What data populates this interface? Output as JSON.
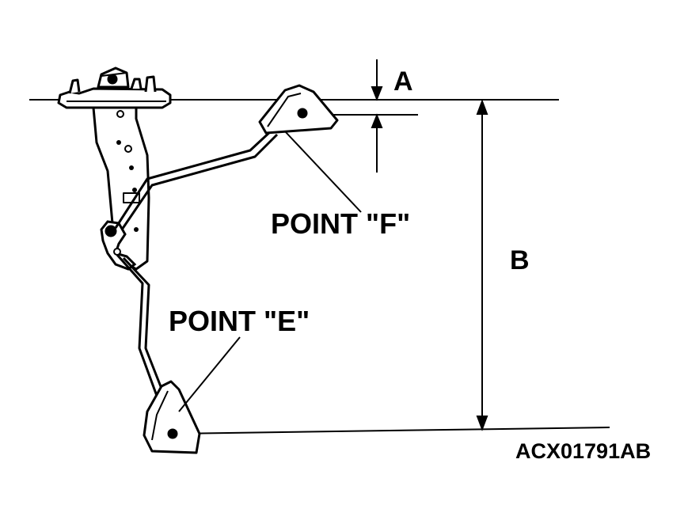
{
  "labels": {
    "dimension_a": "A",
    "dimension_b": "B",
    "point_f": "POINT \"F\"",
    "point_e": "POINT \"E\"",
    "figure_code": "ACX01791AB"
  },
  "colors": {
    "ink": "#000000",
    "paper": "#ffffff"
  }
}
